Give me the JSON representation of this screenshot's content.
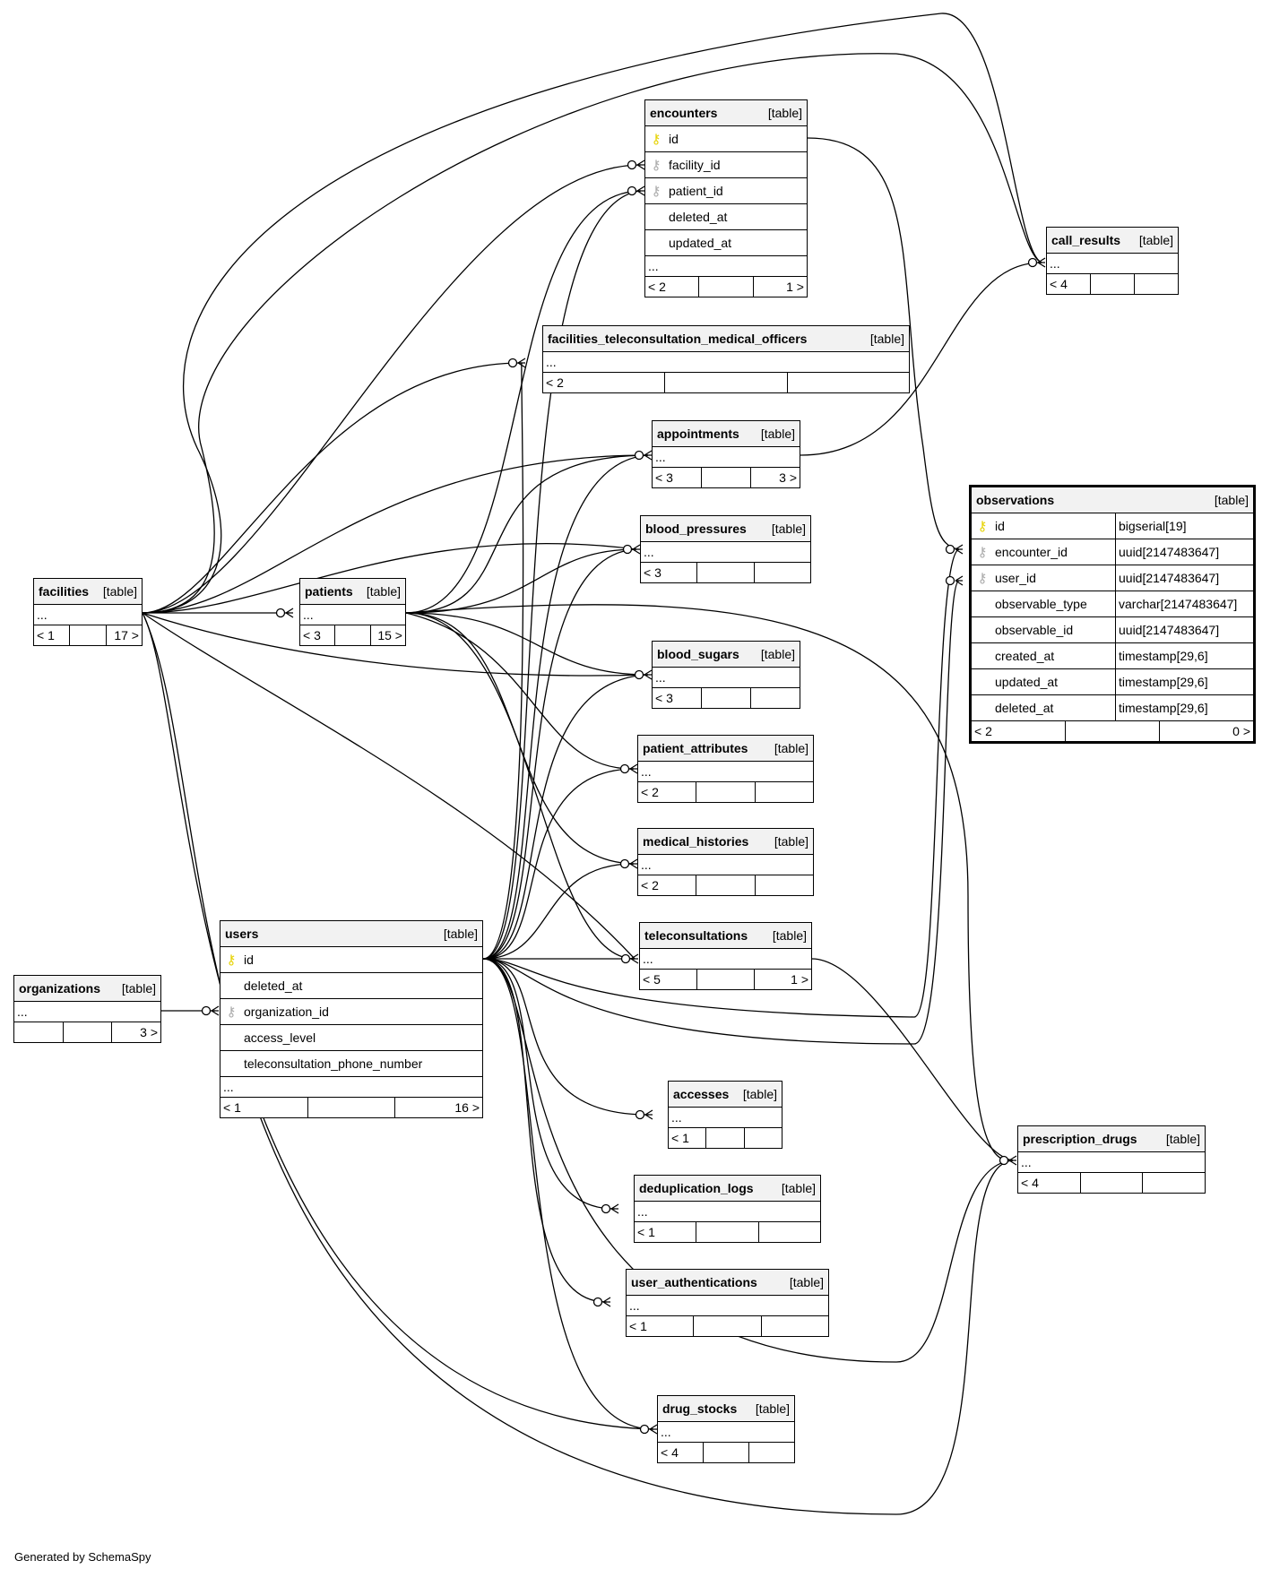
{
  "footer": "Generated by SchemaSpy",
  "tables": {
    "encounters": {
      "name": "encounters",
      "tag": "[table]",
      "rows": [
        {
          "key": "pk",
          "name": "id"
        },
        {
          "key": "fk",
          "name": "facility_id"
        },
        {
          "key": "fk",
          "name": "patient_id"
        },
        {
          "key": "",
          "name": "deleted_at"
        },
        {
          "key": "",
          "name": "updated_at"
        }
      ],
      "more": "...",
      "parents": "< 2",
      "children": "1 >"
    },
    "call_results": {
      "name": "call_results",
      "tag": "[table]",
      "more": "...",
      "parents": "< 4",
      "children": ""
    },
    "ftmo": {
      "name": "facilities_teleconsultation_medical_officers",
      "tag": "[table]",
      "more": "...",
      "parents": "< 2",
      "children": ""
    },
    "appointments": {
      "name": "appointments",
      "tag": "[table]",
      "more": "...",
      "parents": "< 3",
      "children": "3 >"
    },
    "observations": {
      "name": "observations",
      "tag": "[table]",
      "rows": [
        {
          "key": "pk",
          "name": "id",
          "type": "bigserial[19]"
        },
        {
          "key": "fk",
          "name": "encounter_id",
          "type": "uuid[2147483647]"
        },
        {
          "key": "fk",
          "name": "user_id",
          "type": "uuid[2147483647]"
        },
        {
          "key": "",
          "name": "observable_type",
          "type": "varchar[2147483647]"
        },
        {
          "key": "",
          "name": "observable_id",
          "type": "uuid[2147483647]"
        },
        {
          "key": "",
          "name": "created_at",
          "type": "timestamp[29,6]"
        },
        {
          "key": "",
          "name": "updated_at",
          "type": "timestamp[29,6]"
        },
        {
          "key": "",
          "name": "deleted_at",
          "type": "timestamp[29,6]"
        }
      ],
      "parents": "< 2",
      "children": "0 >"
    },
    "blood_pressures": {
      "name": "blood_pressures",
      "tag": "[table]",
      "more": "...",
      "parents": "< 3",
      "children": ""
    },
    "facilities": {
      "name": "facilities",
      "tag": "[table]",
      "more": "...",
      "parents": "< 1",
      "children": "17 >"
    },
    "patients": {
      "name": "patients",
      "tag": "[table]",
      "more": "...",
      "parents": "< 3",
      "children": "15 >"
    },
    "blood_sugars": {
      "name": "blood_sugars",
      "tag": "[table]",
      "more": "...",
      "parents": "< 3",
      "children": ""
    },
    "patient_attributes": {
      "name": "patient_attributes",
      "tag": "[table]",
      "more": "...",
      "parents": "< 2",
      "children": ""
    },
    "medical_histories": {
      "name": "medical_histories",
      "tag": "[table]",
      "more": "...",
      "parents": "< 2",
      "children": ""
    },
    "users": {
      "name": "users",
      "tag": "[table]",
      "rows": [
        {
          "key": "pk",
          "name": "id"
        },
        {
          "key": "",
          "name": "deleted_at"
        },
        {
          "key": "fk",
          "name": "organization_id"
        },
        {
          "key": "",
          "name": "access_level"
        },
        {
          "key": "",
          "name": "teleconsultation_phone_number"
        }
      ],
      "more": "...",
      "parents": "< 1",
      "children": "16 >"
    },
    "teleconsultations": {
      "name": "teleconsultations",
      "tag": "[table]",
      "more": "...",
      "parents": "< 5",
      "children": "1 >"
    },
    "organizations": {
      "name": "organizations",
      "tag": "[table]",
      "more": "...",
      "parents": "",
      "children": "3 >"
    },
    "accesses": {
      "name": "accesses",
      "tag": "[table]",
      "more": "...",
      "parents": "< 1",
      "children": ""
    },
    "prescription_drugs": {
      "name": "prescription_drugs",
      "tag": "[table]",
      "more": "...",
      "parents": "< 4",
      "children": ""
    },
    "deduplication_logs": {
      "name": "deduplication_logs",
      "tag": "[table]",
      "more": "...",
      "parents": "< 1",
      "children": ""
    },
    "user_authentications": {
      "name": "user_authentications",
      "tag": "[table]",
      "more": "...",
      "parents": "< 1",
      "children": ""
    },
    "drug_stocks": {
      "name": "drug_stocks",
      "tag": "[table]",
      "more": "...",
      "parents": "< 4",
      "children": ""
    }
  }
}
